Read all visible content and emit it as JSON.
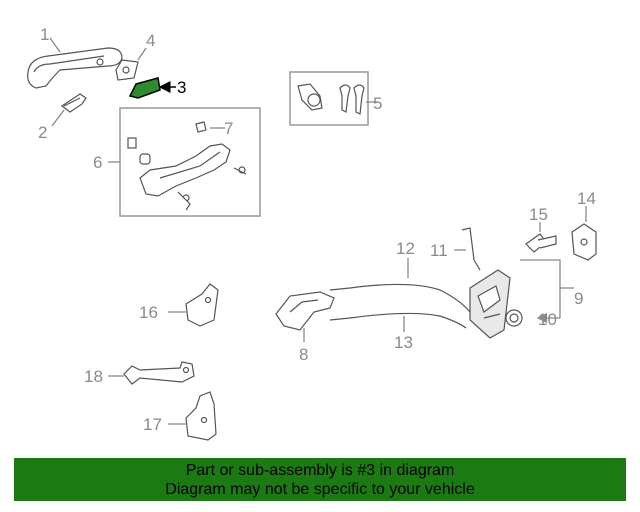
{
  "callouts": [
    "1",
    "2",
    "3",
    "4",
    "5",
    "6",
    "7",
    "8",
    "9",
    "10",
    "11",
    "12",
    "13",
    "14",
    "15",
    "16",
    "17",
    "18"
  ],
  "highlighted_part": "3",
  "highlight_color": "#2e8b2e",
  "banner": {
    "line1": "Part or sub-assembly is #3 in diagram",
    "line2": "Diagram may not be specific to your vehicle",
    "background": "#1c7a13"
  }
}
